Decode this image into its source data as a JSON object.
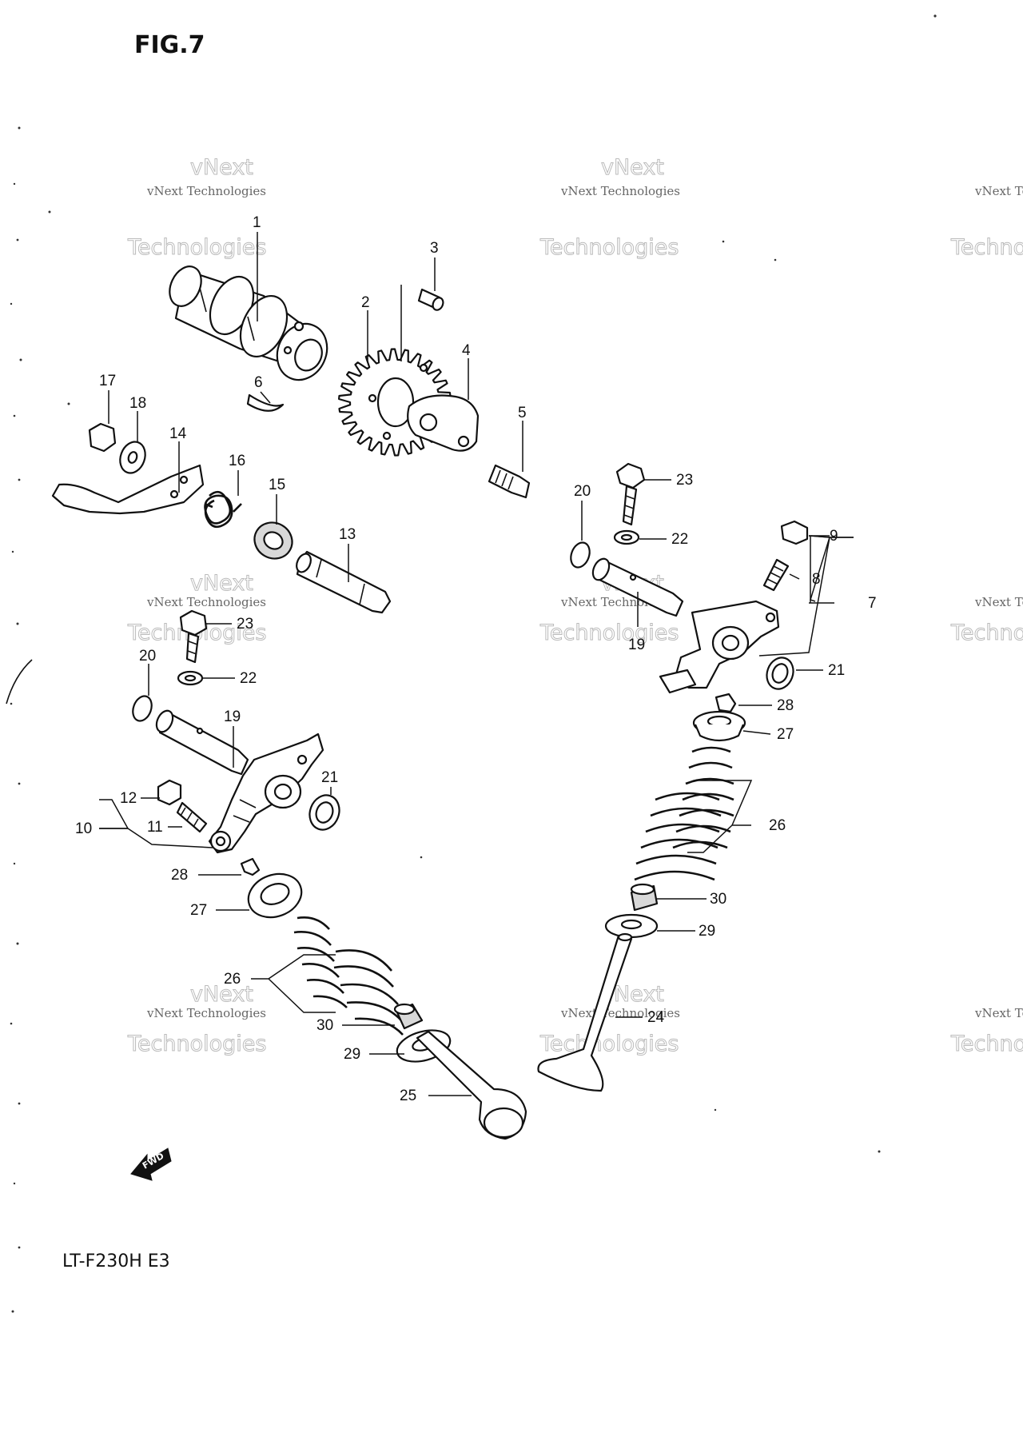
{
  "figure": {
    "title": "FIG.7",
    "model": "LT-F230H E3",
    "fwd_label": "FWD"
  },
  "watermark": {
    "line1": "vNext Technologies",
    "line2": "Technologies",
    "line3": "vNext"
  },
  "callouts": [
    "1",
    "2",
    "3",
    "4",
    "5",
    "6",
    "7",
    "8",
    "9",
    "10",
    "11",
    "12",
    "13",
    "14",
    "15",
    "16",
    "17",
    "18",
    "19",
    "20",
    "21",
    "22",
    "23",
    "24",
    "25",
    "26",
    "27",
    "28",
    "29",
    "30"
  ]
}
